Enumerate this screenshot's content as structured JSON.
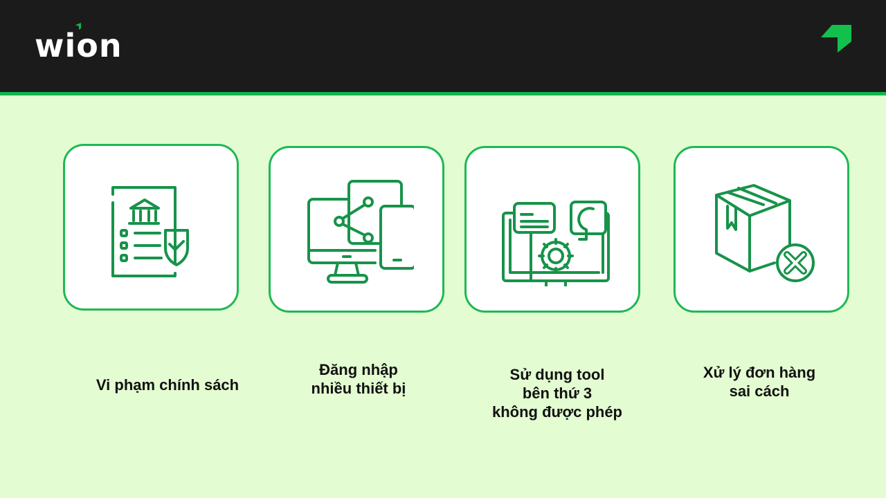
{
  "header": {
    "logo_text": "wion",
    "brand_mark_icon": "arrow-up-right-icon",
    "colors": {
      "background": "#1b1b1b",
      "accent": "#13b54b",
      "logo_text": "#ffffff"
    }
  },
  "page": {
    "background": "#e3fcd1"
  },
  "cards": [
    {
      "icon": "policy-document-shield-icon",
      "label": "Vi phạm chính sách"
    },
    {
      "icon": "multi-device-share-icon",
      "label": "Đăng nhập\nnhiều thiết bị"
    },
    {
      "icon": "computer-tool-settings-icon",
      "label": "Sử dụng tool\nbên thứ 3\nkhông được phép"
    },
    {
      "icon": "box-cancel-icon",
      "label": "Xử lý đơn hàng\nsai cách"
    }
  ],
  "colors": {
    "card_border": "#1db954",
    "icon_stroke": "#17934a",
    "label_text": "#111111"
  }
}
